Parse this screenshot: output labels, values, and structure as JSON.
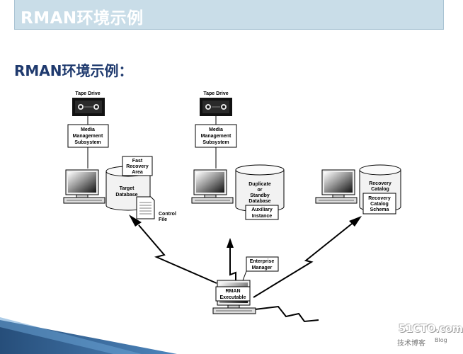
{
  "slide": {
    "title": "RMAN环境示例",
    "heading": "RMAN环境示例："
  },
  "nodes": {
    "tape_drive": "Tape Drive",
    "media_management": [
      "Media",
      "Management",
      "Subsystem"
    ],
    "fast_recovery_area": [
      "Fast",
      "Recovery",
      "Area"
    ],
    "target_database": [
      "Target",
      "Database"
    ],
    "control_file": [
      "Control",
      "File"
    ],
    "duplicate_db": [
      "Duplicate",
      "or",
      "Standby",
      "Database"
    ],
    "auxiliary_instance": [
      "Auxiliary",
      "Instance"
    ],
    "recovery_catalog": [
      "Recovery",
      "Catalog"
    ],
    "recovery_catalog_schema": [
      "Recovery",
      "Catalog",
      "Schema"
    ],
    "enterprise_manager": [
      "Enterprise",
      "Manager"
    ],
    "rman_executable": [
      "RMAN",
      "Executable"
    ]
  },
  "watermark": {
    "site": "51CTO.com",
    "tag": "技术博客",
    "blog": "Blog"
  },
  "colors": {
    "title_bar": "#c9dde8",
    "heading": "#1f3a6e",
    "stripe": "#1b4f86"
  }
}
